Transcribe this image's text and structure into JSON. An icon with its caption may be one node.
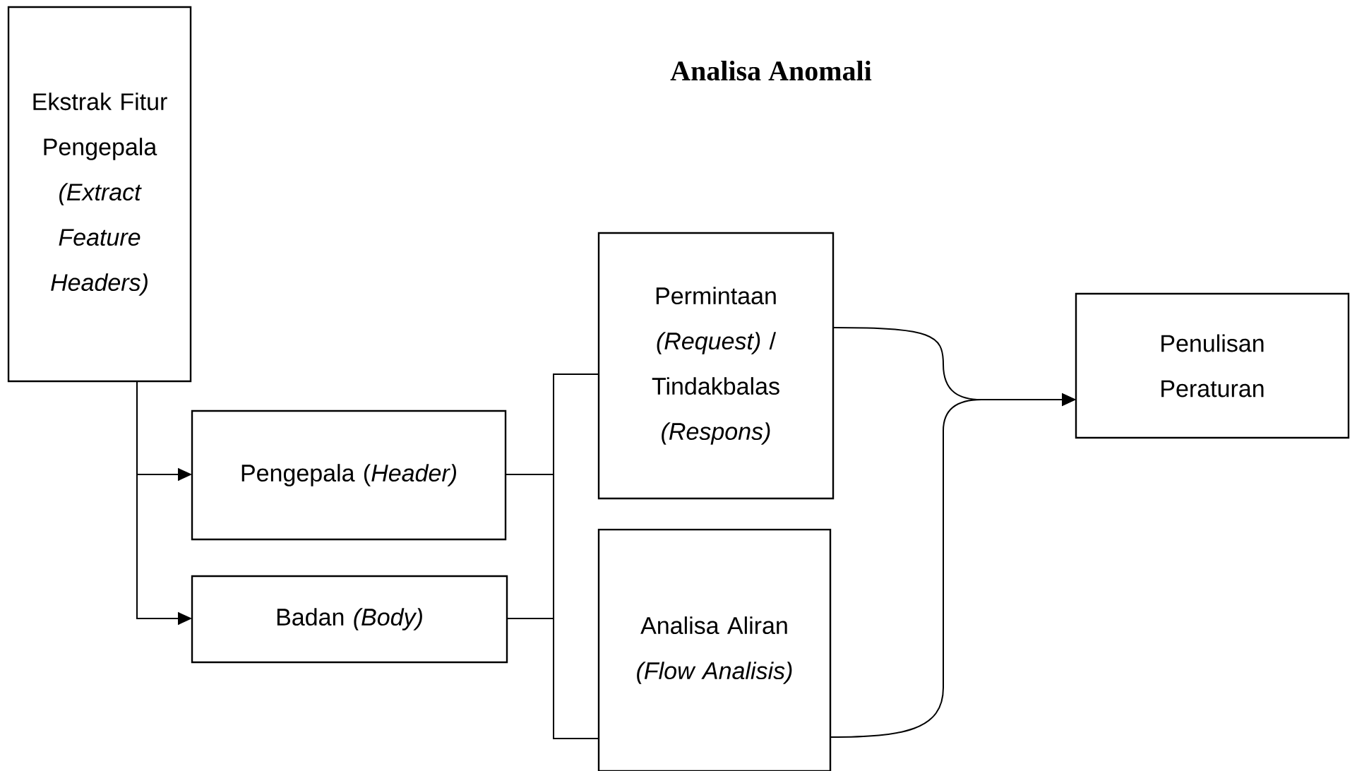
{
  "diagram": {
    "title": "Analisa Anomali",
    "nodes": [
      {
        "text": [
          "Ekstrak Fitur Pengepala *(Extract Feature Headers)*"
        ]
      },
      {
        "text": [
          "Pengepala (*Header)*"
        ]
      },
      {
        "text": [
          "Badan *(Body)*"
        ]
      },
      {
        "text": [
          "Permintaan *(Request)* / Tindakbalas *(Respons)*"
        ]
      },
      {
        "text": [
          "Analisa Aliran *(Flow Analisis)*"
        ]
      },
      {
        "text": [
          "Penulisan Peraturan"
        ]
      }
    ],
    "edges": [
      {
        "from": 0,
        "to": 1,
        "arrow": "to"
      },
      {
        "from": 0,
        "to": 2,
        "arrow": "to"
      },
      {
        "from": 1,
        "to": 3,
        "arrow": "none"
      },
      {
        "from": 1,
        "to": 4,
        "arrow": "none"
      },
      {
        "from": 2,
        "to": 3,
        "arrow": "none"
      },
      {
        "from": 2,
        "to": 4,
        "arrow": "none"
      },
      {
        "from": 3,
        "to": 5,
        "arrow": "to"
      },
      {
        "from": 4,
        "to": 5,
        "arrow": "to"
      }
    ]
  }
}
